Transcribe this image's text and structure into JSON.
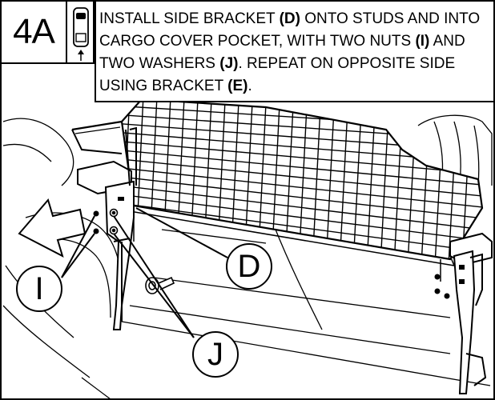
{
  "step": {
    "number": "4A"
  },
  "instruction": {
    "parts": [
      {
        "text": "INSTALL SIDE BRACKET ",
        "bold": false
      },
      {
        "text": "(D)",
        "bold": true
      },
      {
        "text": " ONTO STUDS AND INTO CARGO COVER POCKET, WITH TWO NUTS ",
        "bold": false
      },
      {
        "text": "(I)",
        "bold": true
      },
      {
        "text": " AND TWO WASHERS ",
        "bold": false
      },
      {
        "text": "(J)",
        "bold": true
      },
      {
        "text": ". REPEAT ON OPPOSITE SIDE USING BRACKET ",
        "bold": false
      },
      {
        "text": "(E)",
        "bold": true
      },
      {
        "text": ".",
        "bold": false
      }
    ]
  },
  "callouts": {
    "bracket_d": "D",
    "nuts_i": "I",
    "washers_j": "J"
  },
  "icons": {
    "vehicle_view": "vehicle-top-view-icon",
    "direction_arrow": "install-direction-arrow-icon"
  }
}
